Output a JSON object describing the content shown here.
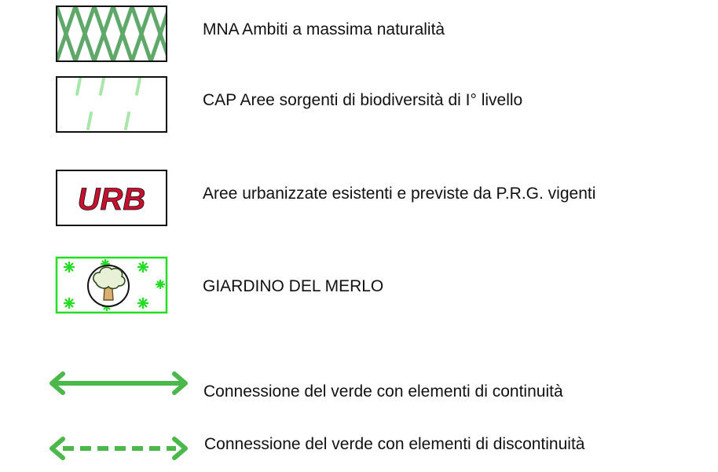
{
  "legend": {
    "items": [
      {
        "id": "mna",
        "label": "MNA  Ambiti a massima naturalità",
        "icon": "green-cross-hatch-box"
      },
      {
        "id": "cap",
        "label": "CAP   Aree sorgenti di biodiversità di I° livello",
        "icon": "light-green-dash-hatch-box"
      },
      {
        "id": "urb",
        "label": "Aree urbanizzate esistenti e previste da P.R.G. vigenti",
        "icon": "urb-box",
        "symbol_text": "URB"
      },
      {
        "id": "giardino",
        "label": "GIARDINO DEL MERLO",
        "icon": "tree-in-green-star-box"
      },
      {
        "id": "continuity",
        "label": "Connessione del verde con elementi di continuità",
        "icon": "solid-double-arrow"
      },
      {
        "id": "discontinuity",
        "label": "Connessione del verde con elementi di discontinuità",
        "icon": "dashed-double-arrow"
      }
    ]
  },
  "colors": {
    "mna_hatch": "#5fa86a",
    "cap_hatch": "#a9e6a9",
    "urb_text": "#c8102e",
    "giardino_green": "#22dd22",
    "arrow_green": "#4cb84c",
    "border": "#111111"
  }
}
